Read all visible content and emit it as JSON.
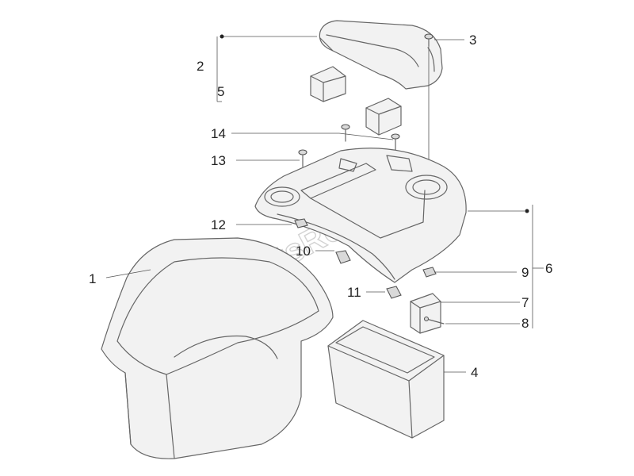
{
  "watermark": "PartsRepublik",
  "callouts": {
    "c1": "1",
    "c2": "2",
    "c3": "3",
    "c4": "4",
    "c5": "5",
    "c6": "6",
    "c7": "7",
    "c8": "8",
    "c9": "9",
    "c10": "10",
    "c11": "11",
    "c12": "12",
    "c13": "13",
    "c14": "14"
  }
}
